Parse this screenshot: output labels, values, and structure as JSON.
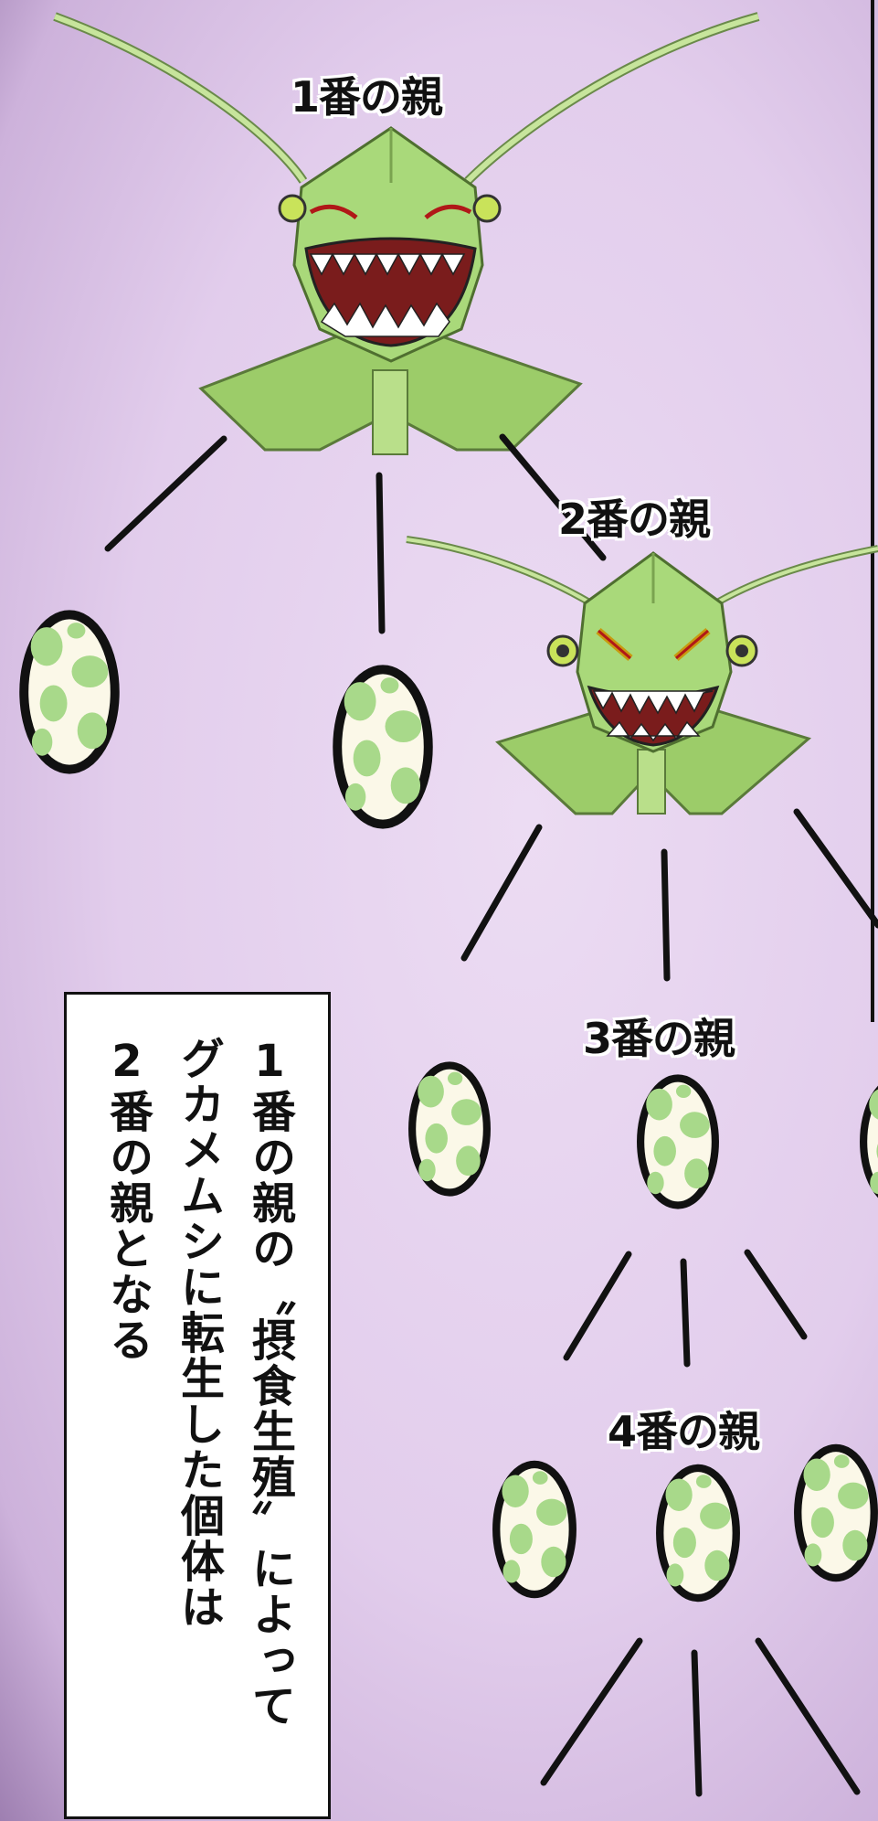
{
  "labels": {
    "parent1": "1番の親",
    "parent2": "2番の親",
    "parent3": "3番の親",
    "parent4": "4番の親"
  },
  "caption": {
    "line1": "1番の親の〝摂食生殖〟によって",
    "line2": "グカメムシに転生した個体は",
    "line3": "2番の親となる"
  },
  "colors": {
    "background": "#e6d3ef",
    "creature_green": "#a9d97a",
    "egg_spots": "#a8d98a",
    "egg_base": "#fbf8e8",
    "ink": "#111111"
  },
  "icons": [
    "insect-creature",
    "egg"
  ]
}
